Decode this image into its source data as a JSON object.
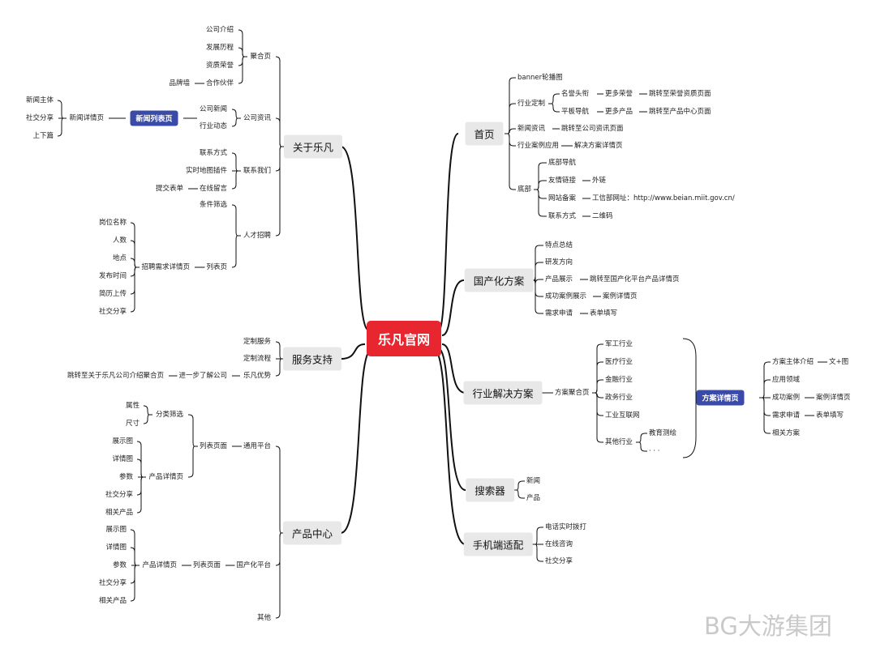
{
  "center": "乐凡官网",
  "watermark": "BG大游集团",
  "home": {
    "title": "首页",
    "banner": "banner轮播图",
    "industry_custom": "行业定制",
    "celebrity": "名誉头衔",
    "more_honor": "更多荣誉",
    "to_honor_page": "跳转至荣誉资质页面",
    "flat_nav": "平板导航",
    "more_products": "更多产品",
    "to_product_center": "跳转至产品中心页面",
    "news": "新闻资讯",
    "to_company_news": "跳转至公司资讯页面",
    "case_app": "行业案例应用",
    "solution_detail": "解决方案详情页",
    "footer": "底部",
    "footer_nav": "底部导航",
    "friend_links": "友情链接",
    "external_link": "外链",
    "icp": "网站备案",
    "icp_value": "工信部网址：http://www.beian.miit.gov.cn/",
    "contact": "联系方式",
    "qrcode": "二维码"
  },
  "domestic": {
    "title": "国产化方案",
    "features": "特点总结",
    "rd": "研发方向",
    "product_show": "产品展示",
    "to_domestic_detail": "跳转至国产化平台产品详情页",
    "cases": "成功案例展示",
    "case_detail": "案例详情页",
    "demand": "需求申请",
    "form": "表单填写"
  },
  "industry": {
    "title": "行业解决方案",
    "agg": "方案聚合页",
    "items": [
      "军工行业",
      "医疗行业",
      "金融行业",
      "政务行业",
      "工业互联网",
      "其他行业"
    ],
    "edu": "教育测绘",
    "ellipsis": "· · ·",
    "badge": "方案详情页",
    "detail_items": [
      "方案主体介绍",
      "应用领域",
      "成功案例",
      "需求申请",
      "相关方案"
    ],
    "text_img": "文+图",
    "case_detail": "案例详情页",
    "form": "表单填写"
  },
  "search": {
    "title": "搜索器",
    "items": [
      "新闻",
      "产品"
    ]
  },
  "mobile": {
    "title": "手机端适配",
    "items": [
      "电话实时拨打",
      "在线咨询",
      "社交分享"
    ]
  },
  "about": {
    "title": "关于乐凡",
    "agg": "聚合页",
    "agg_items": [
      "公司介绍",
      "发展历程",
      "资质荣誉",
      "合作伙伴"
    ],
    "brand_wall": "品牌墙",
    "news": "公司资讯",
    "company_news": "公司新闻",
    "industry_news": "行业动态",
    "news_list_badge": "新闻列表页",
    "news_detail": "新闻详情页",
    "news_detail_items": [
      "新闻主体",
      "社交分享",
      "上下篇"
    ],
    "contact_us": "联系我们",
    "contact_items": [
      "联系方式",
      "实时地图插件",
      "在线留言"
    ],
    "submit_form": "提交表单",
    "jobs": "人才招聘",
    "filter": "条件筛选",
    "list_page": "列表页",
    "job_detail": "招聘需求详情页",
    "job_items": [
      "岗位名称",
      "人数",
      "地点",
      "发布时间",
      "简历上传",
      "社交分享"
    ]
  },
  "service": {
    "title": "服务支持",
    "items": [
      "定制服务",
      "定制流程",
      "乐凡优势"
    ],
    "learn_more": "进一步了解公司",
    "to_agg": "跳转至关于乐凡公司介绍聚合页"
  },
  "product": {
    "title": "产品中心",
    "general": "通用平台",
    "domestic": "国产化平台",
    "other": "其他",
    "list_page": "列表页面",
    "category_filter": "分类筛选",
    "filter_items": [
      "属性",
      "尺寸"
    ],
    "detail_page": "产品详情页",
    "detail_items": [
      "展示图",
      "详情图",
      "参数",
      "社交分享",
      "相关产品"
    ]
  }
}
